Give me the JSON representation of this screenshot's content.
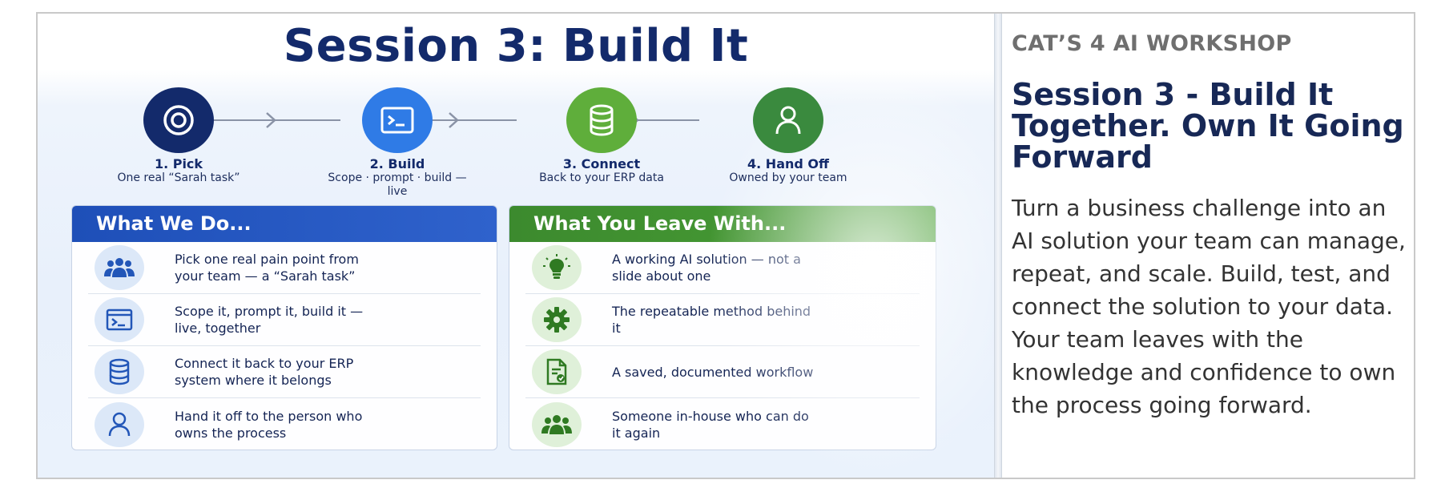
{
  "graphic": {
    "title": "Session 3: Build It",
    "steps": [
      {
        "label": "1. Pick",
        "sub": "One real “Sarah task”",
        "icon": "target-icon",
        "color": "#132a6b"
      },
      {
        "label": "2. Build",
        "sub": "Scope · prompt · build — live",
        "icon": "terminal-icon",
        "color": "#2f7be6"
      },
      {
        "label": "3. Connect",
        "sub": "Back to your ERP data",
        "icon": "database-icon",
        "color": "#5fae3b"
      },
      {
        "label": "4. Hand Off",
        "sub": "Owned by your team",
        "icon": "user-icon",
        "color": "#3a8a3e"
      }
    ],
    "what_we_do": {
      "heading": "What We Do...",
      "items": [
        {
          "text": "Pick one real pain point from your team — a “Sarah task”",
          "icon": "team-icon"
        },
        {
          "text": "Scope it, prompt it, build it — live, together",
          "icon": "terminal-icon"
        },
        {
          "text": "Connect it back to your ERP system where it belongs",
          "icon": "database-icon"
        },
        {
          "text": "Hand it off to the person who owns the process",
          "icon": "user-icon"
        }
      ]
    },
    "what_you_leave": {
      "heading": "What You Leave With...",
      "items": [
        {
          "text": "A working AI solution — not a slide about one",
          "icon": "lightbulb-icon"
        },
        {
          "text": "The repeatable method behind it",
          "icon": "gear-icon"
        },
        {
          "text": "A saved, documented workflow",
          "icon": "document-icon"
        },
        {
          "text": "Someone in-house who can do it again",
          "icon": "team-icon"
        }
      ]
    }
  },
  "sidebar": {
    "kicker": "CAT’S 4 AI WORKSHOP",
    "title": "Session 3 - Build It Together. Own It Going Forward",
    "body": "Turn a business challenge into an AI solution your team can manage, repeat, and scale. Build, test, and connect the solution to your data. Your team leaves with the knowledge and confidence to own the process going forward."
  },
  "colors": {
    "navy": "#132a6b",
    "blue": "#2f62cc",
    "green": "#4aa036"
  }
}
